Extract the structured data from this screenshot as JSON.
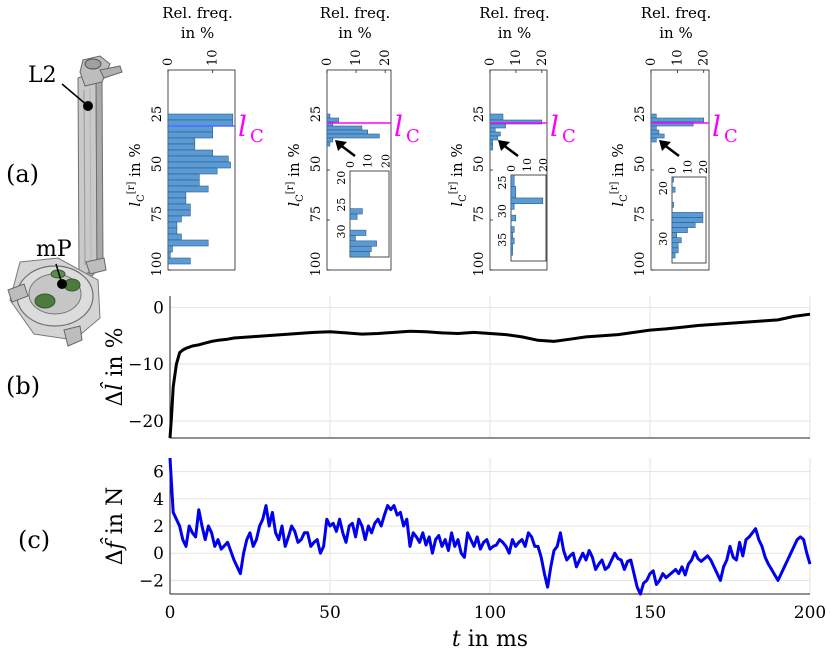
{
  "panels": {
    "a": "(a)",
    "b": "(b)",
    "c": "(c)"
  },
  "robot": {
    "label_l2": "L2",
    "label_mp": "mP"
  },
  "hist_panel": {
    "top_label_1": "Rel. freq.",
    "top_label_2": "in %",
    "ylabel_main": "l",
    "ylabel_sub": "C",
    "ylabel_sup": "[r]",
    "ylabel_suffix": "in %",
    "lc_main": "l",
    "lc_sub": "C",
    "y_ticks": [
      "25",
      "50",
      "75",
      "100"
    ]
  },
  "colors": {
    "bar_fill": "#5b9bd5",
    "bar_stroke": "#2a5d8a",
    "lc_line": "#ff00ff",
    "lc_line_blue": "#4f6cff",
    "line_b": "#000000",
    "line_c": "#0000ee"
  },
  "chart_data": [
    {
      "type": "bar",
      "orientation": "horizontal",
      "title": "Rel. freq. in %",
      "x_ticks": [
        "0",
        "10"
      ],
      "xlim": [
        0,
        15
      ],
      "ylim": [
        0,
        100
      ],
      "lc_value": 28,
      "bins": [
        [
          22,
          25,
          14.5
        ],
        [
          25,
          28,
          14.5
        ],
        [
          28,
          31,
          10
        ],
        [
          31,
          34,
          10
        ],
        [
          34,
          37,
          6
        ],
        [
          37,
          40,
          6
        ],
        [
          40,
          43,
          10
        ],
        [
          43,
          46,
          13.5
        ],
        [
          46,
          49,
          14
        ],
        [
          49,
          52,
          11
        ],
        [
          52,
          55,
          7
        ],
        [
          55,
          58,
          7
        ],
        [
          58,
          61,
          9
        ],
        [
          61,
          64,
          4
        ],
        [
          64,
          67,
          4
        ],
        [
          67,
          70,
          5
        ],
        [
          70,
          73,
          5
        ],
        [
          73,
          76,
          3
        ],
        [
          76,
          79,
          2
        ],
        [
          79,
          82,
          2
        ],
        [
          82,
          85,
          3
        ],
        [
          85,
          88,
          9
        ],
        [
          88,
          91,
          1
        ],
        [
          91,
          94,
          0.5
        ],
        [
          94,
          97,
          5
        ]
      ]
    },
    {
      "type": "bar",
      "orientation": "horizontal",
      "title": "Rel. freq. in %",
      "x_ticks": [
        "0",
        "10",
        "20"
      ],
      "xlim": [
        0,
        22
      ],
      "ylim": [
        0,
        100
      ],
      "lc_value": 28,
      "bins": [
        [
          22,
          24,
          1
        ],
        [
          24,
          26,
          4
        ],
        [
          26,
          28,
          2
        ],
        [
          28,
          30,
          12
        ],
        [
          30,
          32,
          14
        ],
        [
          32,
          34,
          18
        ],
        [
          34,
          36,
          2
        ],
        [
          36,
          38,
          1
        ]
      ],
      "inset": {
        "x_ticks": [
          "0",
          "10",
          "20"
        ],
        "xlim": [
          0,
          22
        ],
        "y_ticks": [
          "20",
          "25",
          "30"
        ],
        "ylim": [
          18,
          34
        ],
        "bins": [
          [
            25,
            26,
            7
          ],
          [
            26,
            27,
            4
          ],
          [
            29,
            30,
            9
          ],
          [
            30,
            31,
            3
          ],
          [
            31,
            32,
            15
          ],
          [
            32,
            33,
            12
          ],
          [
            33,
            34,
            11
          ]
        ]
      }
    },
    {
      "type": "bar",
      "orientation": "horizontal",
      "title": "Rel. freq. in %",
      "x_ticks": [
        "0",
        "10",
        "20"
      ],
      "xlim": [
        0,
        22
      ],
      "ylim": [
        0,
        100
      ],
      "lc_value": 28,
      "bins": [
        [
          22,
          25,
          5
        ],
        [
          25,
          27,
          20
        ],
        [
          27,
          29,
          6
        ],
        [
          29,
          31,
          2
        ],
        [
          31,
          33,
          4
        ],
        [
          33,
          35,
          3
        ],
        [
          35,
          37,
          1
        ],
        [
          37,
          40,
          1
        ]
      ],
      "inset": {
        "x_ticks": [
          "0",
          "10",
          "20"
        ],
        "xlim": [
          0,
          22
        ],
        "y_ticks": [
          "25",
          "30",
          "35"
        ],
        "ylim": [
          23,
          38
        ],
        "bins": [
          [
            23,
            25,
            2
          ],
          [
            25,
            27,
            3
          ],
          [
            27,
            28,
            20
          ],
          [
            28,
            29,
            2
          ],
          [
            30,
            31,
            3
          ],
          [
            32,
            33,
            2
          ],
          [
            33,
            34,
            1
          ],
          [
            34,
            35,
            2
          ],
          [
            35,
            36,
            1
          ],
          [
            36,
            37,
            1
          ]
        ]
      }
    },
    {
      "type": "bar",
      "orientation": "horizontal",
      "title": "Rel. freq. in %",
      "x_ticks": [
        "0",
        "10",
        "20"
      ],
      "xlim": [
        0,
        22
      ],
      "ylim": [
        0,
        100
      ],
      "lc_value": 28,
      "bins": [
        [
          22,
          24,
          2
        ],
        [
          24,
          26,
          20
        ],
        [
          26,
          28,
          16
        ],
        [
          28,
          30,
          2
        ],
        [
          30,
          32,
          3
        ],
        [
          32,
          34,
          5
        ],
        [
          34,
          36,
          2
        ]
      ],
      "inset": {
        "x_ticks": [
          "0",
          "10",
          "20"
        ],
        "xlim": [
          0,
          22
        ],
        "y_ticks": [
          "20",
          "30"
        ],
        "ylim": [
          17,
          34
        ],
        "bins": [
          [
            17,
            18,
            1
          ],
          [
            19,
            20,
            2
          ],
          [
            22,
            23,
            1
          ],
          [
            24,
            25,
            20
          ],
          [
            25,
            26,
            20
          ],
          [
            26,
            27,
            15
          ],
          [
            27,
            28,
            10
          ],
          [
            28,
            29,
            3
          ],
          [
            29,
            30,
            6
          ],
          [
            30,
            31,
            4
          ],
          [
            31,
            32,
            4
          ],
          [
            32,
            33,
            2
          ]
        ]
      }
    },
    {
      "type": "line",
      "panel": "(b)",
      "xlim": [
        0,
        200
      ],
      "ylim": [
        -23,
        2
      ],
      "y_ticks": [
        0,
        -10,
        -20
      ],
      "x_ticks": [
        0,
        50,
        100,
        150,
        200
      ],
      "grid": true,
      "ylabel_main": "Δ",
      "ylabel_var": "l̂",
      "ylabel_suffix": "in %",
      "x": [
        0,
        0.5,
        1,
        2,
        3,
        4,
        5,
        7,
        9,
        11,
        13,
        15,
        18,
        20,
        25,
        30,
        35,
        40,
        45,
        50,
        55,
        60,
        65,
        70,
        75,
        80,
        85,
        90,
        95,
        100,
        105,
        110,
        115,
        120,
        125,
        130,
        135,
        140,
        145,
        150,
        155,
        160,
        165,
        170,
        175,
        180,
        185,
        190,
        195,
        200
      ],
      "y": [
        -23,
        -19,
        -14,
        -10,
        -8,
        -7.5,
        -7.2,
        -6.8,
        -6.6,
        -6.3,
        -6,
        -5.8,
        -5.6,
        -5.4,
        -5.2,
        -5,
        -4.8,
        -4.6,
        -4.4,
        -4.3,
        -4.5,
        -4.7,
        -4.6,
        -4.4,
        -4.2,
        -4.3,
        -4.5,
        -4.6,
        -4.4,
        -4.6,
        -4.8,
        -5.2,
        -5.8,
        -6,
        -5.6,
        -5.2,
        -5,
        -4.8,
        -4.4,
        -4,
        -3.8,
        -3.5,
        -3.2,
        -3,
        -2.8,
        -2.6,
        -2.4,
        -2.2,
        -1.6,
        -1.2
      ]
    },
    {
      "type": "line",
      "panel": "(c)",
      "xlim": [
        0,
        200
      ],
      "ylim": [
        -3,
        7
      ],
      "y_ticks": [
        6,
        4,
        2,
        0,
        -2
      ],
      "x_ticks": [
        0,
        50,
        100,
        150,
        200
      ],
      "xlabel_var": "t",
      "xlabel_suffix": "in ms",
      "grid": true,
      "ylabel_main": "Δ",
      "ylabel_var": "f̂",
      "ylabel_suffix": "in N",
      "x": [
        0,
        1,
        2,
        3,
        4,
        5,
        6,
        7,
        8,
        9,
        10,
        11,
        12,
        13,
        14,
        15,
        16,
        18,
        20,
        22,
        23,
        24,
        25,
        26,
        27,
        28,
        29,
        30,
        31,
        32,
        33,
        34,
        35,
        36,
        37,
        38,
        39,
        40,
        41,
        42,
        43,
        44,
        45,
        46,
        47,
        48,
        49,
        50,
        51,
        52,
        53,
        54,
        55,
        56,
        57,
        58,
        59,
        60,
        61,
        62,
        63,
        64,
        65,
        66,
        67,
        68,
        69,
        70,
        71,
        72,
        73,
        74,
        75,
        76,
        77,
        78,
        79,
        80,
        81,
        82,
        83,
        84,
        85,
        86,
        87,
        88,
        89,
        90,
        91,
        92,
        93,
        94,
        95,
        96,
        97,
        98,
        99,
        100,
        101,
        102,
        103,
        104,
        105,
        106,
        107,
        108,
        109,
        110,
        111,
        112,
        113,
        114,
        115,
        116,
        117,
        118,
        119,
        120,
        121,
        122,
        123,
        124,
        125,
        126,
        127,
        128,
        129,
        130,
        131,
        132,
        133,
        134,
        135,
        136,
        137,
        138,
        139,
        140,
        141,
        142,
        143,
        144,
        145,
        146,
        147,
        148,
        149,
        150,
        151,
        152,
        153,
        154,
        155,
        156,
        157,
        158,
        159,
        160,
        161,
        162,
        163,
        164,
        165,
        166,
        167,
        168,
        169,
        170,
        171,
        172,
        173,
        174,
        175,
        176,
        177,
        178,
        179,
        180,
        181,
        182,
        183,
        184,
        185,
        186,
        187,
        188,
        189,
        190,
        191,
        192,
        193,
        194,
        195,
        196,
        197,
        198,
        199,
        200
      ],
      "y": [
        7,
        3,
        2.5,
        2,
        1,
        0.5,
        2,
        1.5,
        1.2,
        3.2,
        2,
        1,
        2,
        1.5,
        0.5,
        1,
        0.3,
        0.8,
        -0.5,
        -1.5,
        0,
        1,
        1.5,
        0.5,
        1,
        2,
        2.5,
        3.5,
        2,
        3,
        1.5,
        1,
        2,
        0.5,
        1.2,
        2,
        1.6,
        0.8,
        1,
        1.5,
        1.5,
        0.5,
        0.8,
        1,
        0,
        0.5,
        2.5,
        2,
        2.2,
        1.6,
        2.5,
        1.5,
        0.8,
        2,
        2.2,
        1.2,
        2.5,
        2,
        1,
        2,
        1.5,
        2.2,
        2.5,
        2,
        2.8,
        3.5,
        3.2,
        3.5,
        2.8,
        3,
        2,
        2.5,
        0.5,
        1.5,
        1.2,
        0.8,
        1.5,
        0.6,
        1.2,
        0,
        1,
        1.3,
        0.5,
        1,
        0.2,
        1.5,
        0.5,
        1,
        0,
        -0.3,
        1.5,
        1,
        0.5,
        1.2,
        0.3,
        0.8,
        1,
        0.3,
        0.5,
        0.6,
        1,
        0.8,
        0.5,
        0,
        1,
        0.5,
        0.8,
        1,
        0.5,
        1.5,
        1.2,
        0.5,
        0.5,
        -0.3,
        -1.5,
        -2.5,
        -1,
        0.2,
        0.5,
        1.5,
        0.2,
        -0.5,
        -0.2,
        0,
        -1,
        -0.5,
        0,
        -0.5,
        0.2,
        -0.3,
        -1.2,
        -0.8,
        -0.5,
        -1.2,
        -1,
        -0.5,
        0,
        -0.4,
        -0.5,
        -1.2,
        -0.6,
        -0.5,
        -1.5,
        -2.5,
        -3,
        -2.2,
        -2,
        -1.5,
        -1.3,
        -2.3,
        -2,
        -1.5,
        -1.8,
        -1.6,
        -1.4,
        -1.2,
        -1.5,
        -1,
        -1.6,
        -0.8,
        -0.5,
        0.1,
        -0.4,
        -0.6,
        -0.4,
        -0.2,
        -0.5,
        -1,
        -1.5,
        -2,
        -1,
        -0.5,
        0.5,
        -0.3,
        -0.5,
        0.8,
        -0.2,
        1,
        1.2,
        1.5,
        1.8,
        1,
        0.5,
        -0.3,
        -0.8,
        -1.2,
        -1.6,
        -2,
        -1.5,
        -1,
        -0.5,
        0,
        0.5,
        1,
        1.2,
        1,
        0,
        -0.8
      ]
    }
  ]
}
